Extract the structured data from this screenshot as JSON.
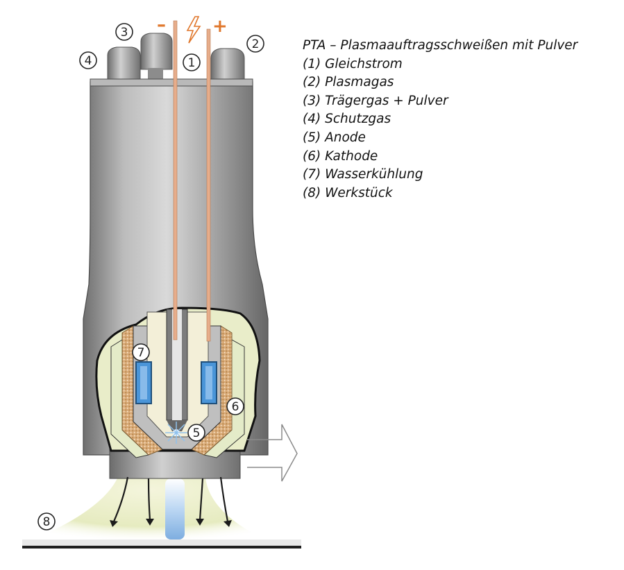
{
  "legend": {
    "title": "PTA – Plasmaauftragsschweißen mit Pulver",
    "items": [
      "(1) Gleichstrom",
      "(2) Plasmagas",
      "(3) Trägergas + Pulver",
      "(4) Schutzgas",
      "(5) Anode",
      "(6) Kathode",
      "(7) Wasserkühlung",
      "(8) Werkstück"
    ]
  },
  "markers": {
    "m1": "1",
    "m2": "2",
    "m3": "3",
    "m4": "4",
    "m5": "5",
    "m6": "6",
    "m7": "7",
    "m8": "8"
  },
  "polarity": {
    "minus": "–",
    "plus": "+"
  },
  "icons": {
    "current": "lightning-bolt-icon",
    "direction": "arrow-right-icon"
  },
  "colors": {
    "body": "#9a9a9a",
    "electrode": "#e8b08c",
    "insulation": "#f1ecd7",
    "cooling": "#3f8fd6",
    "ceramic": "#d7a36a",
    "accent": "#e0772c",
    "spray": "#eef1cf",
    "workpiece": "#222222"
  }
}
